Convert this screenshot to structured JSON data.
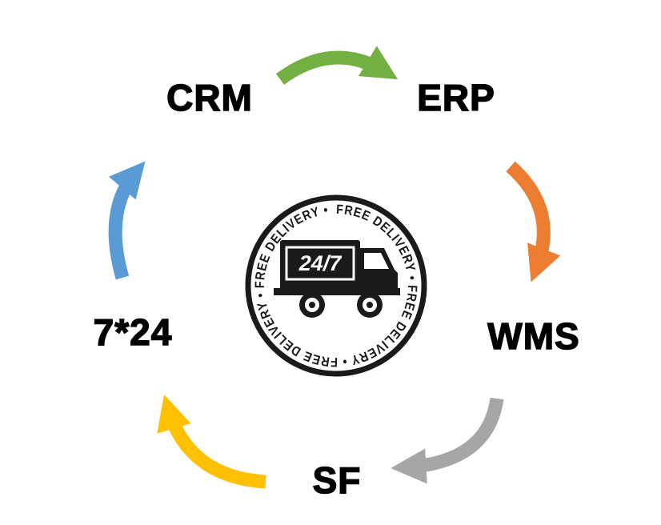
{
  "diagram": {
    "nodes": [
      {
        "label": "CRM"
      },
      {
        "label": "ERP"
      },
      {
        "label": "WMS"
      },
      {
        "label": "SF"
      },
      {
        "label": "7*24"
      }
    ],
    "arrows": [
      {
        "from": "CRM",
        "to": "ERP",
        "color": "#72b043"
      },
      {
        "from": "ERP",
        "to": "WMS",
        "color": "#ed7d31"
      },
      {
        "from": "WMS",
        "to": "SF",
        "color": "#a6a6a6"
      },
      {
        "from": "SF",
        "to": "7*24",
        "color": "#ffc000"
      },
      {
        "from": "7*24",
        "to": "CRM",
        "color": "#5b9bd5"
      }
    ],
    "badge": {
      "ring_text": "FREE DELIVERY • FREE DELIVERY • FREE DELIVERY • FREE DELIVERY • ",
      "truck_label": "24/7"
    }
  }
}
